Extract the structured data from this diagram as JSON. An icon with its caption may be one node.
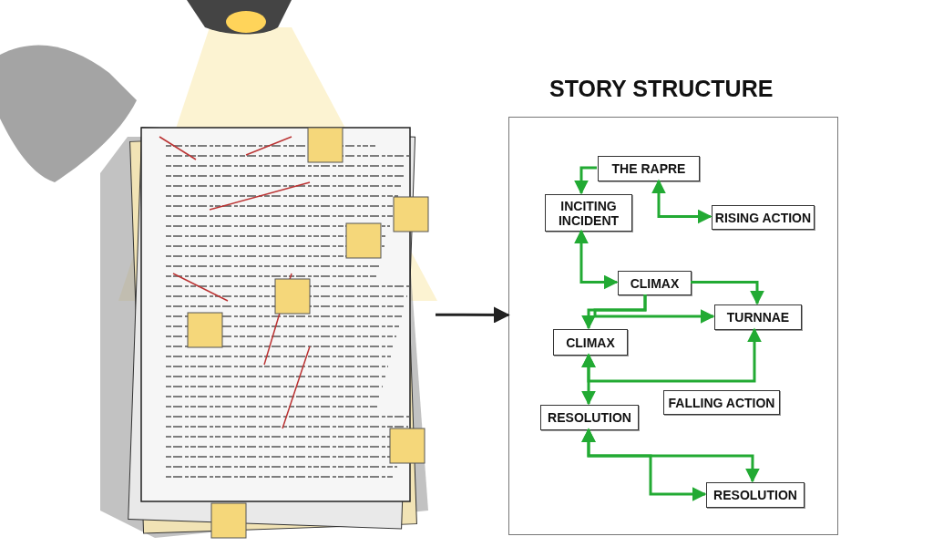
{
  "diagram": {
    "nodes": [
      {
        "text": [],
        "shape": "picture"
      },
      {
        "text": [
          "STORY STRUCTURE"
        ]
      },
      {
        "text": [
          "THE RAPRE"
        ],
        "in": 1
      },
      {
        "text": [
          "INCITING INCIDENT"
        ],
        "in": 1
      },
      {
        "text": [
          "RISING ACTION"
        ],
        "in": 1
      },
      {
        "text": [
          "CLIMAX"
        ],
        "in": 1
      },
      {
        "text": [
          "TURNNAE"
        ],
        "in": 1
      },
      {
        "text": [
          "CLIMAX"
        ],
        "in": 1
      },
      {
        "text": [
          "FALLING ACTION"
        ],
        "in": 1
      },
      {
        "text": [
          "RESOLUTION"
        ],
        "in": 1
      },
      {
        "text": [
          "RESOLUTION"
        ],
        "in": 1
      }
    ],
    "edges": [
      {
        "from": 0,
        "to": 1,
        "arrow": "to",
        "color": "#222222"
      },
      {
        "from": 2,
        "to": 3,
        "arrow": "to"
      },
      {
        "from": 2,
        "to": 4,
        "arrow": "both"
      },
      {
        "from": 3,
        "to": 5,
        "arrow": "both"
      },
      {
        "from": 5,
        "to": 6,
        "arrow": "to"
      },
      {
        "from": 5,
        "to": 7,
        "arrow": "to"
      },
      {
        "from": 5,
        "to": 6,
        "arrow": "to"
      },
      {
        "from": 7,
        "to": 9,
        "arrow": "both"
      },
      {
        "from": 7,
        "to": 6,
        "arrow": "both"
      },
      {
        "from": 9,
        "to": 10,
        "arrow": "both"
      },
      {
        "from": 9,
        "to": 10,
        "arrow": "both"
      }
    ]
  }
}
